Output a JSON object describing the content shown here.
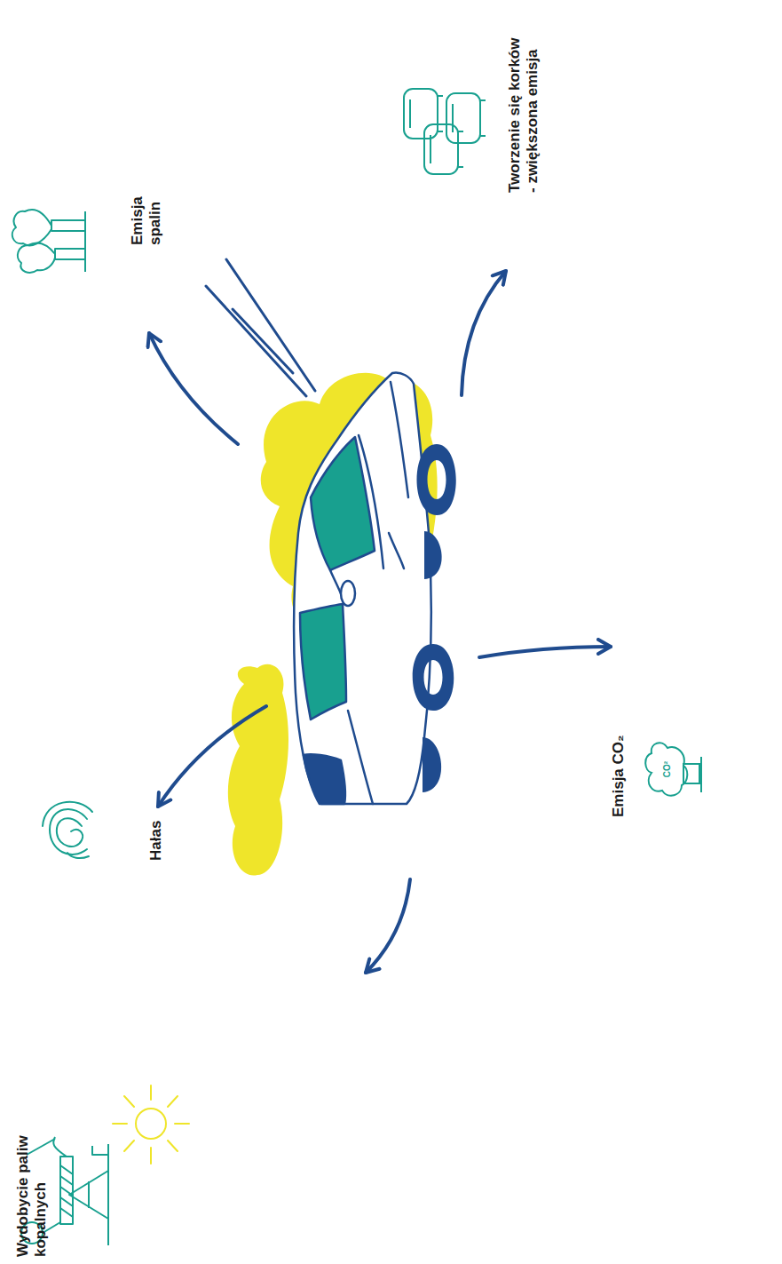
{
  "diagram": {
    "labels": [
      "Emisja spalin",
      "Tworzenie się korków - zwiększona emisja",
      "Emisja CO₂",
      "Hałas",
      "Wydobycie paliw kopalnych",
      "CO²"
    ]
  }
}
